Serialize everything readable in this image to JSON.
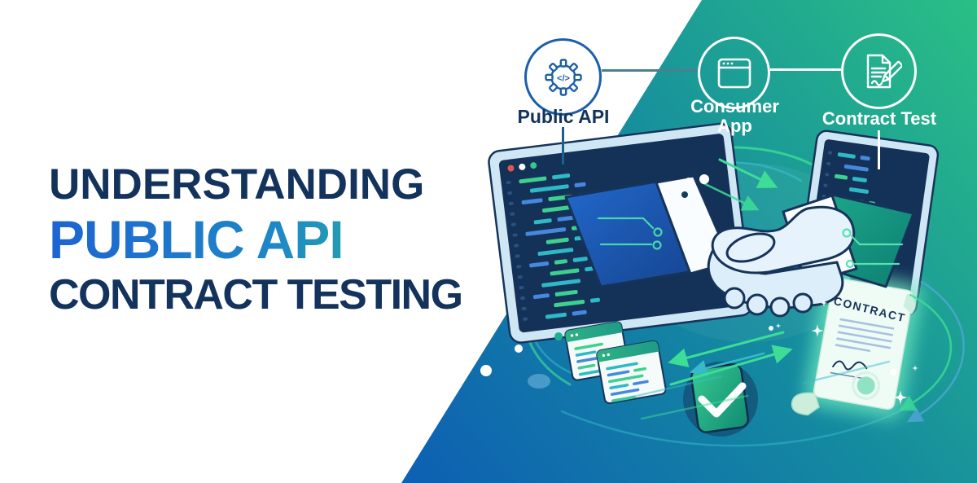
{
  "title": {
    "line1": "UNDERSTANDING",
    "line2": "PUBLIC API",
    "line3": "CONTRACT TESTING"
  },
  "diagram": {
    "nodes": [
      {
        "label": "Public API",
        "icon": "gear-code-icon"
      },
      {
        "label": "Consumer App",
        "icon": "browser-window-icon"
      },
      {
        "label": "Contract Test",
        "icon": "document-pencil-icon"
      }
    ],
    "gear_glyph": "</>",
    "scroll_title": "CONTRACT"
  },
  "colors": {
    "navy": "#14335C",
    "title_gradient_start": "#1D64D2",
    "title_gradient_end": "#2DBD8D",
    "bg_blue": "#0E5FB3",
    "bg_teal": "#1489A0",
    "bg_green": "#2ABF85",
    "node_stroke_blue": "#1B5FA9",
    "code_green": "#3ED08F",
    "code_teal": "#2FB9C7",
    "code_blue": "#4688DC",
    "shield_green": "#2FBE87",
    "sleeve_blue": "#1D5CB4",
    "sleeve_teal": "#1DAA8D"
  }
}
